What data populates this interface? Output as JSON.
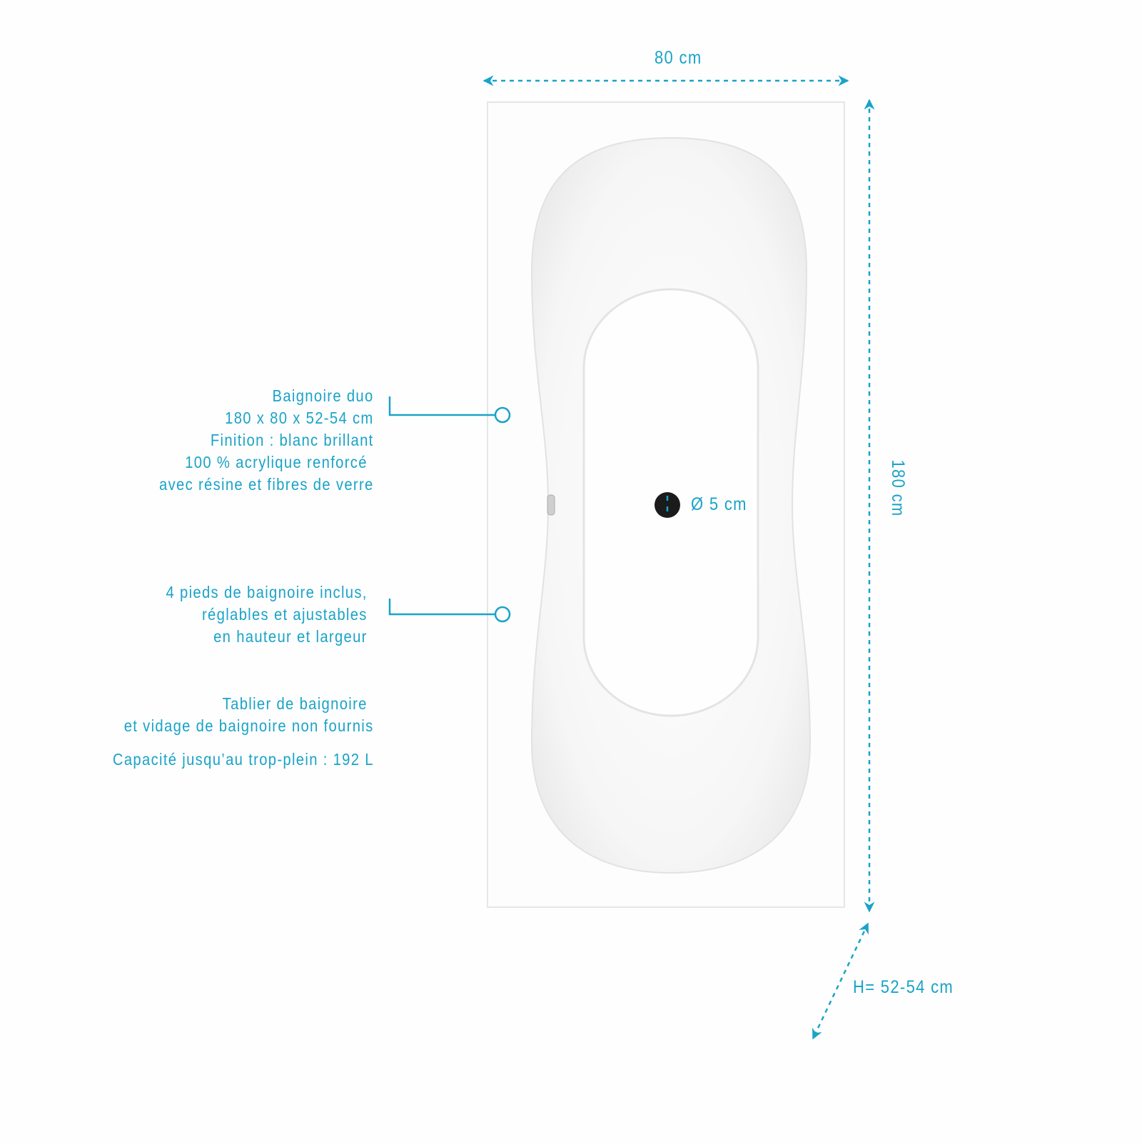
{
  "colors": {
    "accent": "#1aa3c8",
    "tub": "#ffffff",
    "drain": "#1b1b1b"
  },
  "dimensions": {
    "width": "80 cm",
    "length": "180 cm",
    "height": "H= 52-54 cm",
    "drain_diameter": "Ø 5 cm"
  },
  "callouts": [
    {
      "lines": [
        "Baignoire duo",
        "180 x 80 x 52-54 cm",
        "Finition : blanc brillant",
        "100 % acrylique renforcé",
        "avec résine et fibres de verre"
      ]
    },
    {
      "lines": [
        "4 pieds de baignoire inclus,",
        "réglables et ajustables",
        "en hauteur et largeur"
      ]
    }
  ],
  "notes": {
    "not_included": [
      "Tablier de baignoire",
      "et vidage de baignoire non fournis"
    ],
    "capacity": "Capacité jusqu’au trop-plein : 192 L"
  }
}
